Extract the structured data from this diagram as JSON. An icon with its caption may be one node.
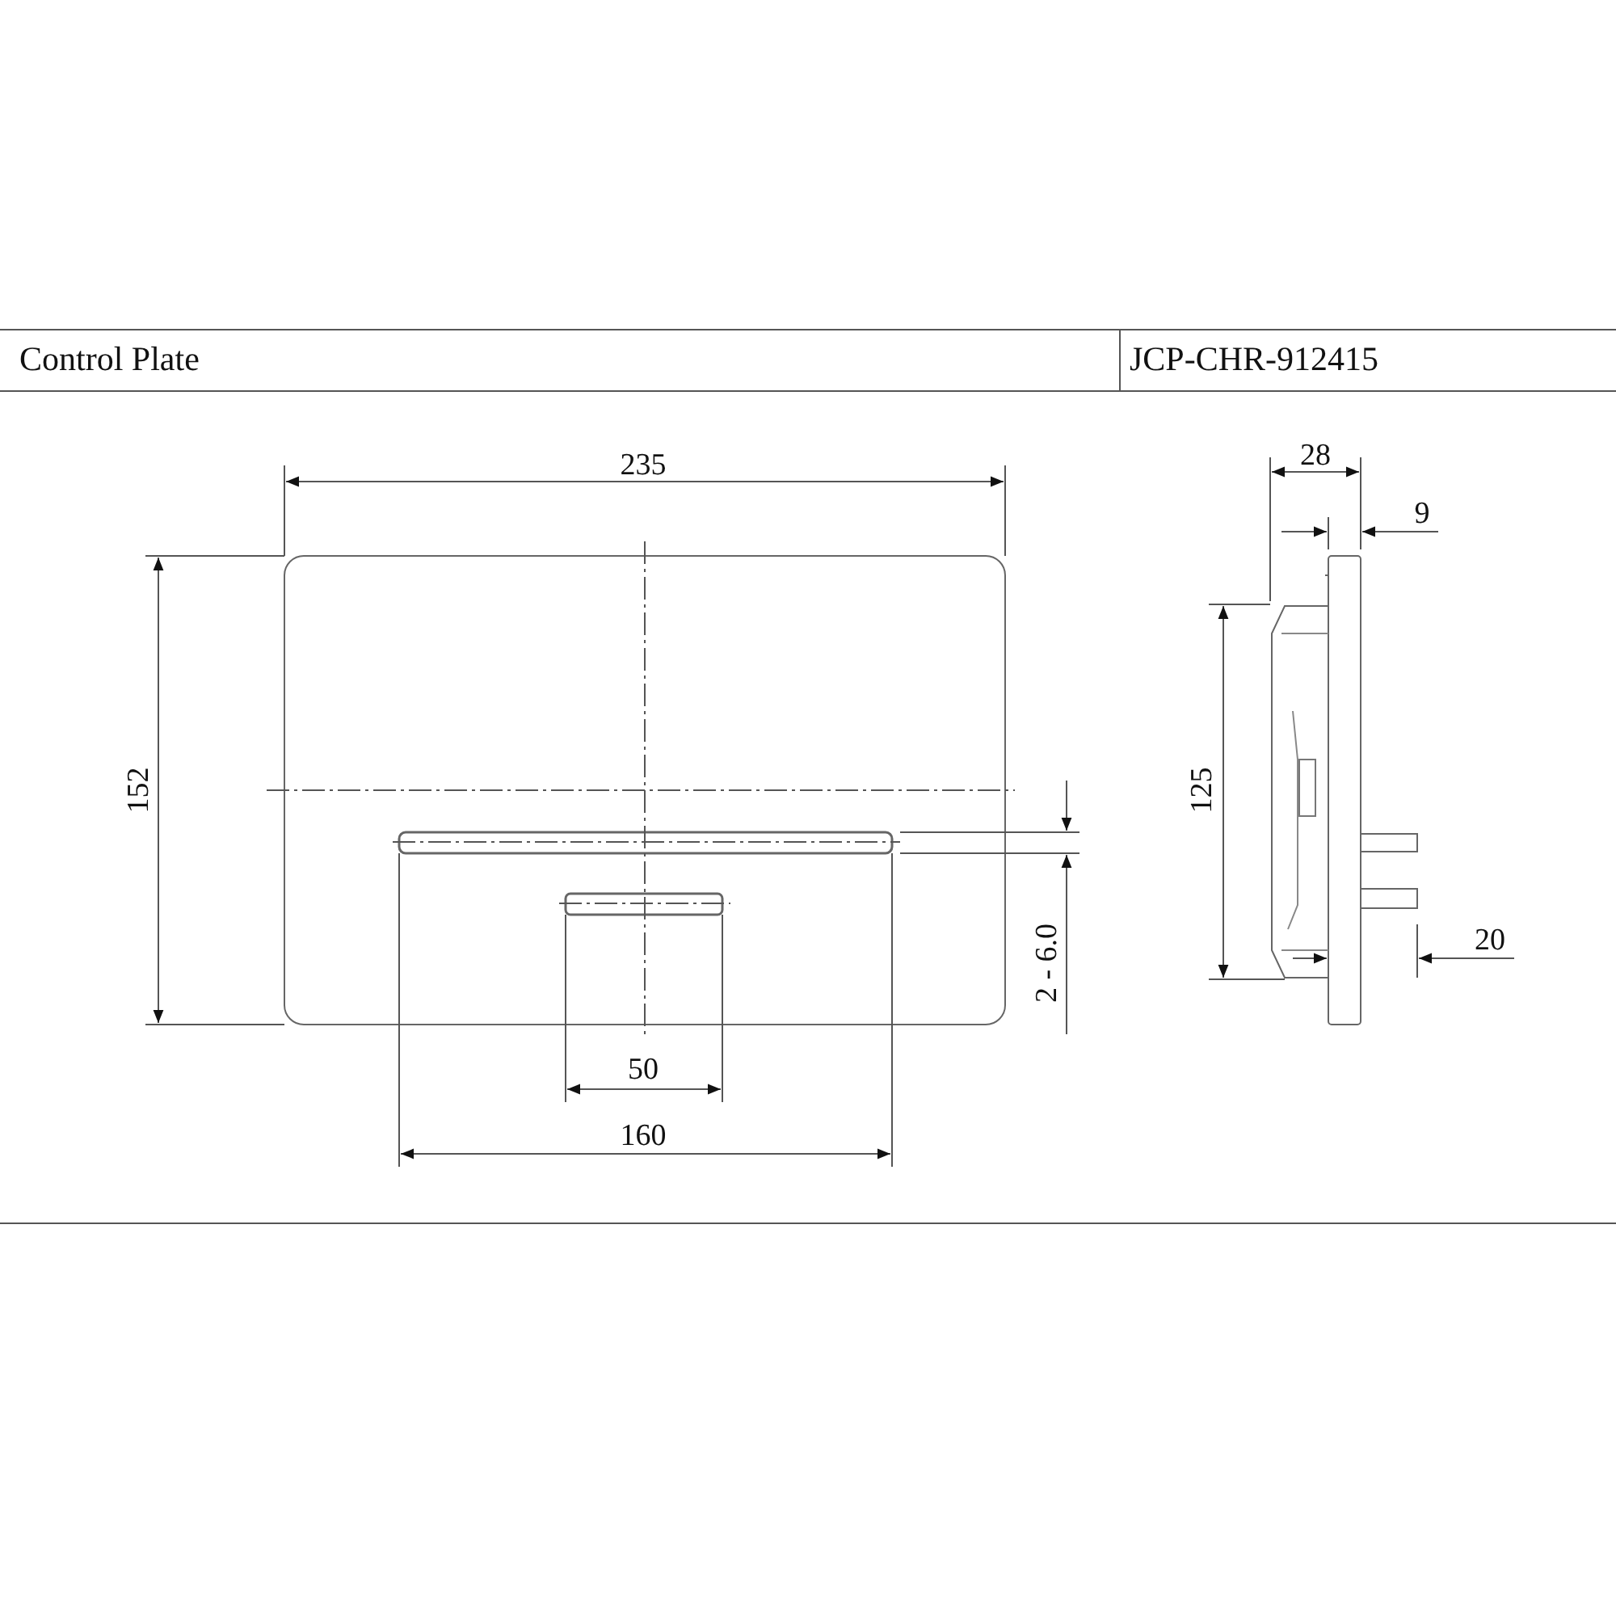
{
  "diagram": {
    "title": "Control Plate",
    "labels": [
      "JCP-CHR-912415",
      "235",
      "152",
      "2 - 6.0",
      "50",
      "160",
      "28",
      "9",
      "125",
      "20"
    ]
  }
}
